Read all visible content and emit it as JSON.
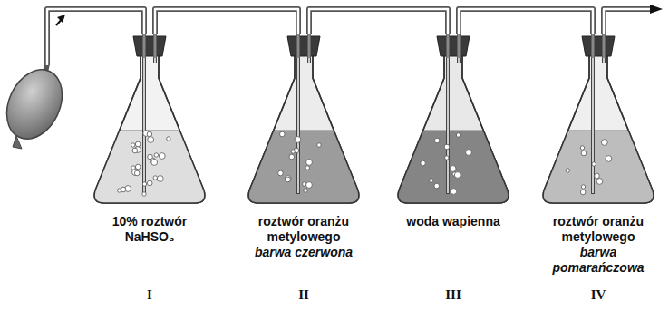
{
  "diagram": {
    "nodes": [
      {
        "text": [
          "10% roztwór NaHSO₃",
          "I"
        ]
      },
      {
        "text": [
          "roztwór oranżu metylowego",
          "barwa czerwona",
          "II"
        ]
      },
      {
        "text": [
          "woda wapienna",
          "III"
        ]
      },
      {
        "text": [
          "roztwór oranżu metylowego",
          "barwa pomarańczowa",
          "IV"
        ]
      }
    ],
    "edges": [
      {
        "from": 0,
        "to": 1,
        "arrow": "none"
      },
      {
        "from": 1,
        "to": 2,
        "arrow": "none"
      },
      {
        "from": 2,
        "to": 3,
        "arrow": "none"
      }
    ]
  }
}
